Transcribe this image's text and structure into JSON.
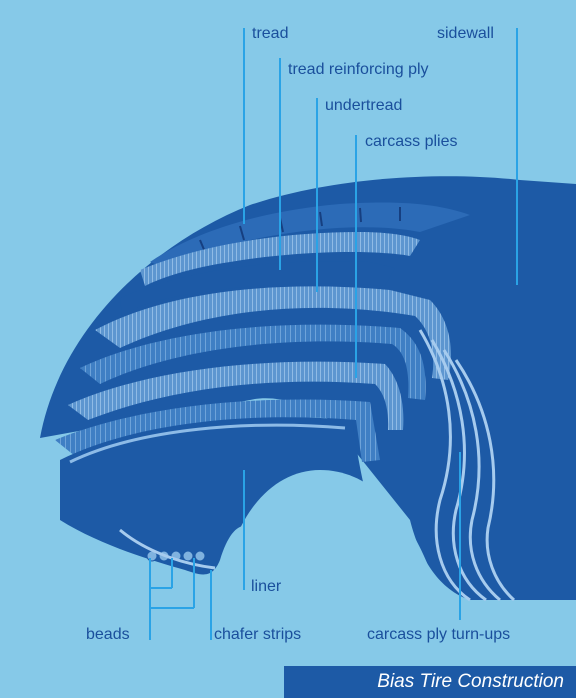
{
  "diagram": {
    "title": "Bias Tire Construction",
    "labels": {
      "tread": "tread",
      "sidewall": "sidewall",
      "tread_reinforcing_ply": "tread reinforcing ply",
      "undertread": "undertread",
      "carcass_plies": "carcass plies",
      "liner": "liner",
      "beads": "beads",
      "chafer_strips": "chafer strips",
      "carcass_ply_turnups": "carcass ply turn-ups"
    },
    "colors": {
      "background": "#86c9e8",
      "tire_dark": "#1d5aa6",
      "tire_mid": "#2c6bb7",
      "ply_light": "#7fb2df",
      "leader_line": "#2aa3e6",
      "label_text": "#1a4f9c"
    }
  }
}
